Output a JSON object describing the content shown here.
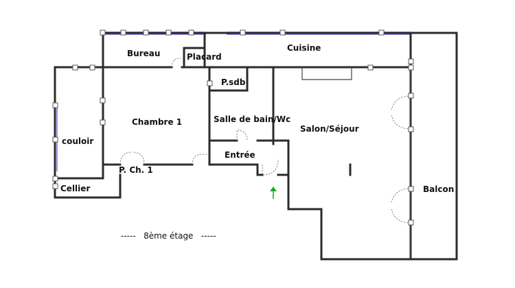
{
  "plan": {
    "rooms": {
      "bureau": "Bureau",
      "placard": "Placard",
      "cuisine": "Cuisine",
      "psdb": "P.sdb",
      "chambre1": "Chambre 1",
      "salle_bain": "Salle de bain/Wc",
      "salon": "Salon/Séjour",
      "couloir": "couloir",
      "entree": "Entrée",
      "pch1": "P. Ch. 1",
      "cellier": "Cellier",
      "balcon": "Balcon"
    },
    "floor_caption": "-----   8ème étage   -----",
    "colors": {
      "wall": "#2b2b2b",
      "window": "#6a6ad8",
      "entry_arrow": "#22aa22"
    }
  }
}
